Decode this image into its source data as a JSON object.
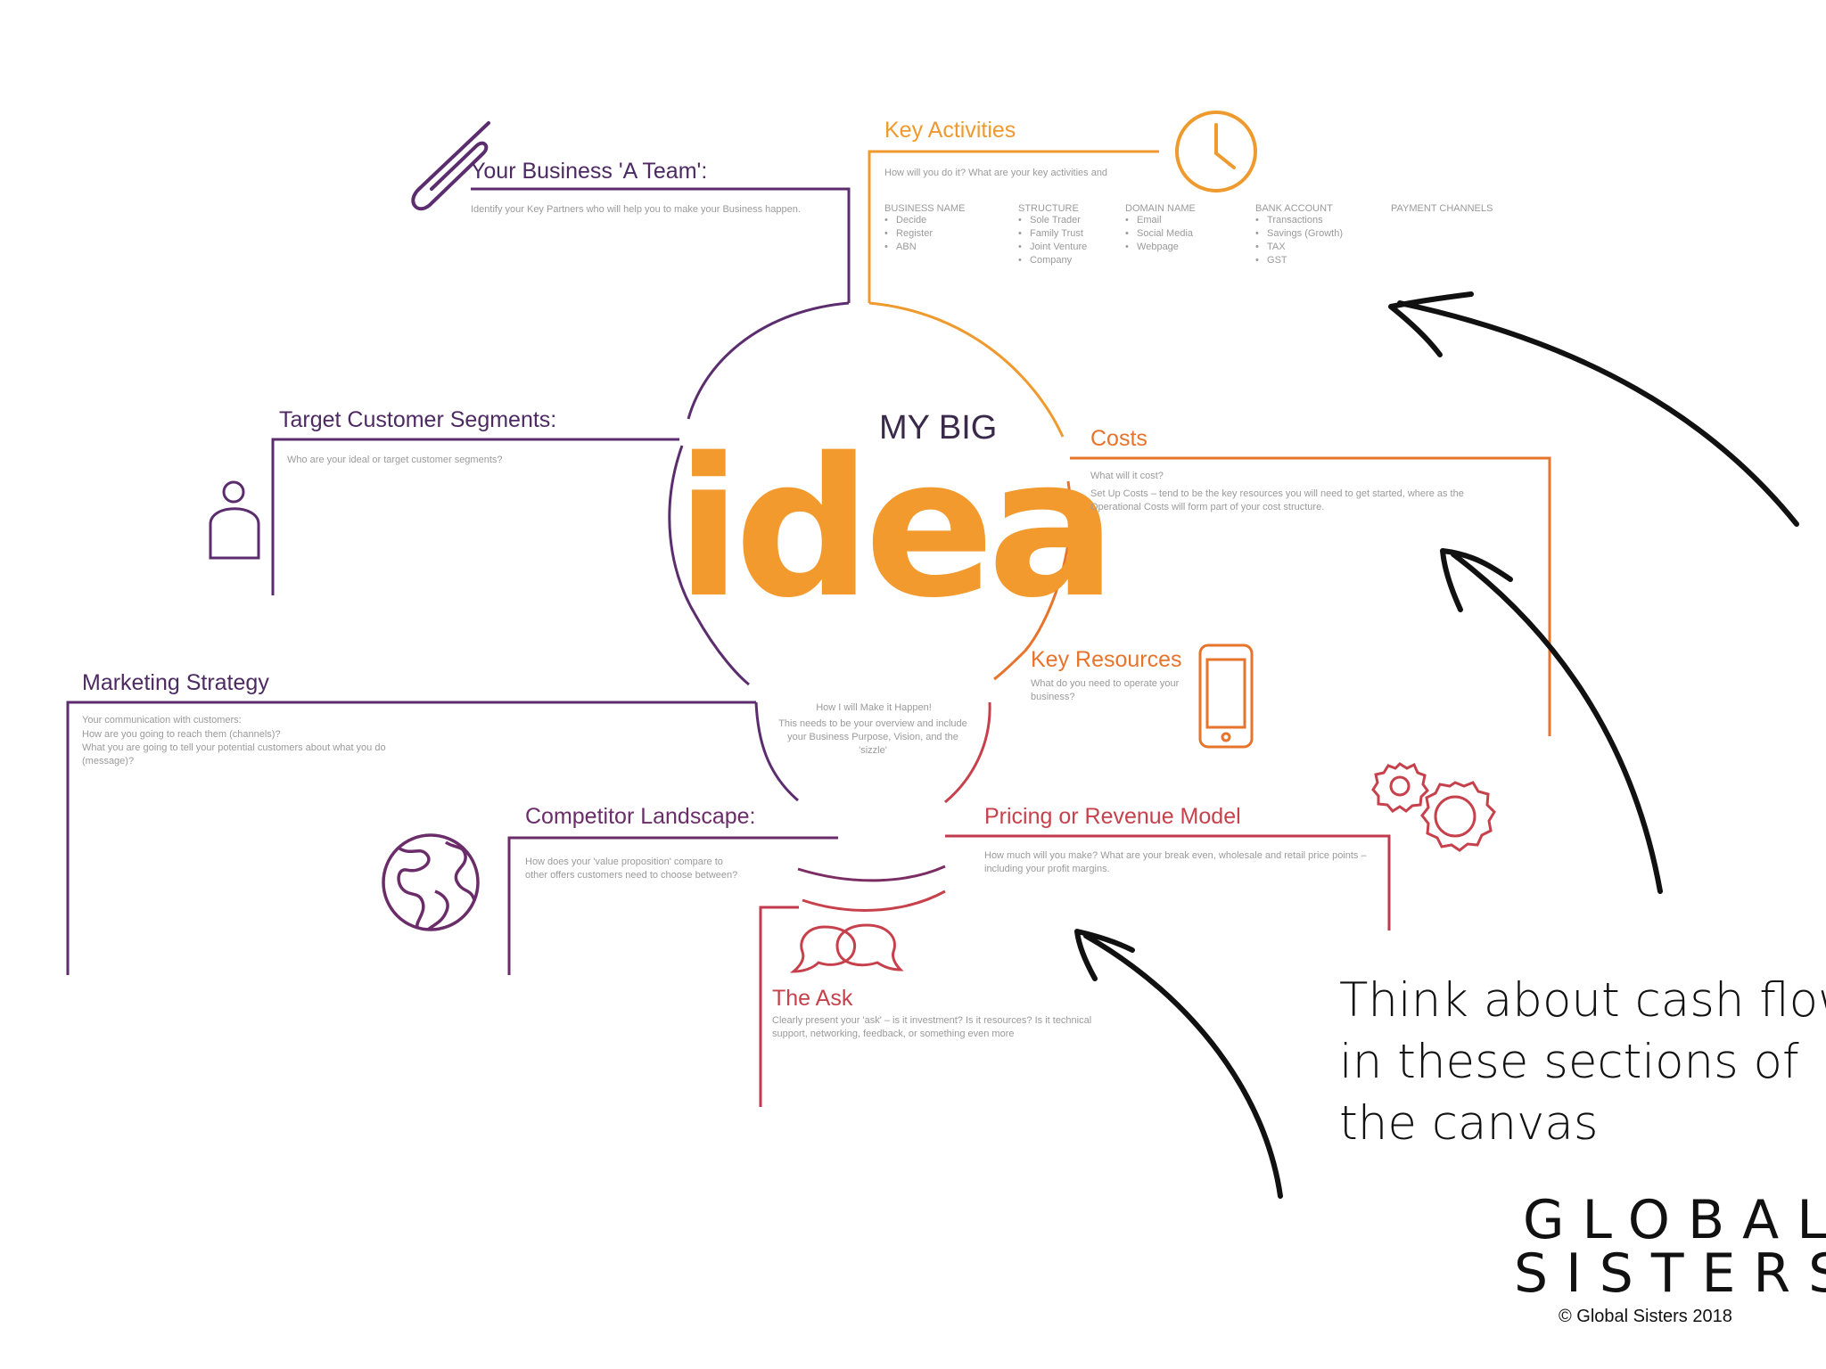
{
  "center": {
    "my_big": "MY BIG",
    "idea": "idea",
    "how_title": "How I will Make it Happen!",
    "how_desc": "This needs to be your overview and include your Business Purpose, Vision, and the 'sizzle'"
  },
  "sections": {
    "a_team": {
      "title": "Your Business 'A Team':",
      "desc": "Identify your Key Partners who will help you to make your Business happen."
    },
    "key_activities": {
      "title": "Key Activities",
      "desc": "How will you do it? What are your key activities and",
      "columns": [
        {
          "heading": "BUSINESS NAME",
          "items": [
            "Decide",
            "Register",
            "ABN"
          ]
        },
        {
          "heading": "STRUCTURE",
          "items": [
            "Sole Trader",
            "Family Trust",
            "Joint Venture",
            "Company"
          ]
        },
        {
          "heading": "DOMAIN NAME",
          "items": [
            "Email",
            "Social Media",
            "Webpage"
          ]
        },
        {
          "heading": "BANK ACCOUNT",
          "items": [
            "Transactions",
            "Savings (Growth)",
            "TAX",
            "GST"
          ]
        },
        {
          "heading": "PAYMENT CHANNELS",
          "items": []
        }
      ]
    },
    "target_customers": {
      "title": "Target Customer Segments:",
      "desc": "Who are your ideal or target customer segments?"
    },
    "costs": {
      "title": "Costs",
      "desc1": "What will it cost?",
      "desc2": "Set Up Costs – tend to be the key resources you will need to get started, where as the Operational Costs will form part of your cost structure."
    },
    "key_resources": {
      "title": "Key Resources",
      "desc": "What do you need to operate your business?"
    },
    "marketing": {
      "title": "Marketing Strategy",
      "desc1": "Your communication with customers:",
      "desc2": "How are you going to reach them (channels)?",
      "desc3": "What you are going to tell your potential customers about what you do (message)?"
    },
    "competitor": {
      "title": "Competitor Landscape:",
      "desc": "How does your 'value proposition' compare to other offers customers need to choose between?"
    },
    "pricing": {
      "title": "Pricing or Revenue Model",
      "desc": "How much will you make? What are your break even, wholesale and retail price points – including your profit margins."
    },
    "the_ask": {
      "title": "The Ask",
      "desc": "Clearly present your 'ask' – is it investment? Is it resources? Is it technical support, networking, feedback, or something even more"
    }
  },
  "annotation": {
    "lines": [
      "Think about cash flow",
      "in these sections of",
      "the canvas"
    ]
  },
  "logo": {
    "line1": "GLOBAL",
    "line2": "SISTERS",
    "copyright": "© Global Sisters 2018"
  },
  "icons": [
    "paperclip-icon",
    "clock-icon",
    "person-icon",
    "smartphone-icon",
    "gears-icon",
    "globe-icon",
    "speech-bubbles-icon"
  ],
  "colors": {
    "purple": "#4e2a63",
    "orange": "#ef9a2e",
    "dark_orange": "#e7742c",
    "red": "#c7414c",
    "black": "#111111"
  }
}
